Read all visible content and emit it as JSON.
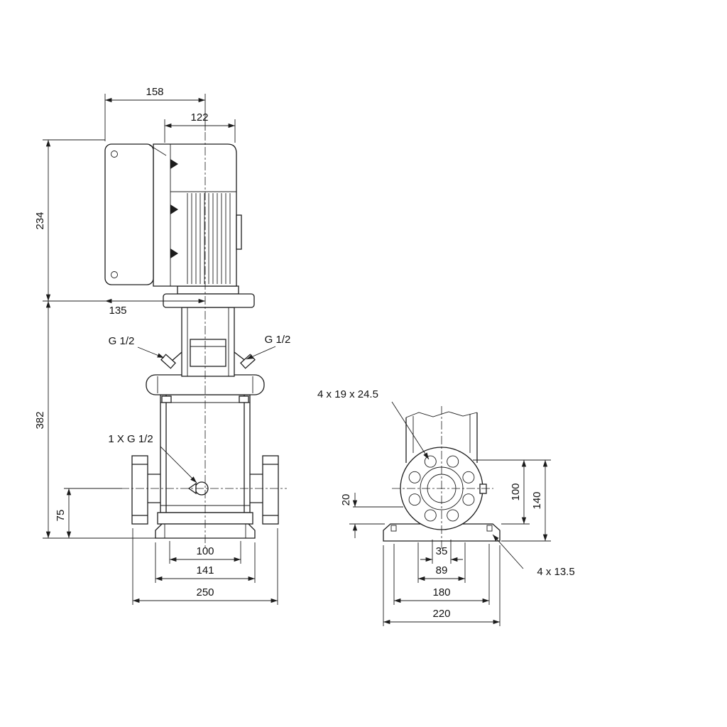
{
  "meta": {
    "drawing_type": "pump-dimensional-drawing",
    "colors": {
      "line": "#1c1c1c",
      "background": "#ffffff",
      "text": "#111111"
    }
  },
  "front": {
    "t158": "158",
    "t122": "122",
    "t234": "234",
    "t135": "135",
    "t382": "382",
    "t75": "75",
    "t100": "100",
    "t141": "141",
    "t250": "250",
    "g12_left": "G 1/2",
    "g12_right": "G 1/2",
    "drain": "1 X G 1/2"
  },
  "side": {
    "flange_holes": "4 x 19  x 24.5",
    "t20": "20",
    "t100": "100",
    "t140": "140",
    "t35": "35",
    "t89": "89",
    "t180": "180",
    "t220": "220",
    "base_holes": "4  x 13.5"
  }
}
